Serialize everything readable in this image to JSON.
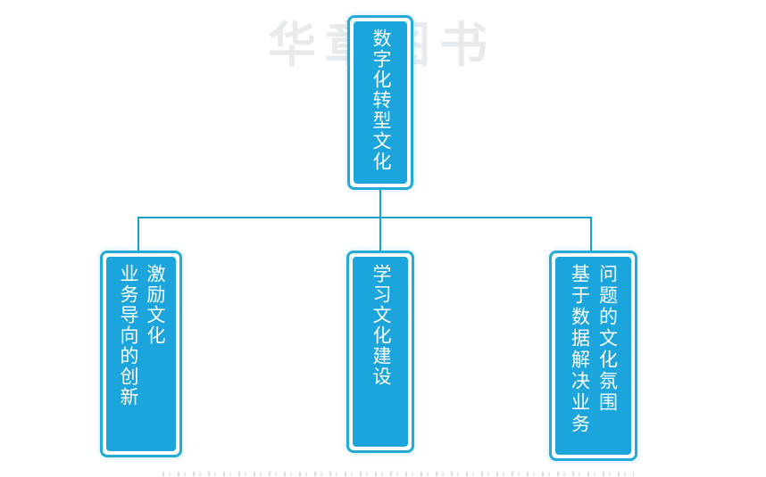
{
  "watermark": {
    "text": "华章图书",
    "color": "#e7ebee"
  },
  "diagram": {
    "root": {
      "label": "数字化转型文化"
    },
    "children": [
      {
        "label": "业务导向的创新\n激励文化"
      },
      {
        "label": "学习文化建设"
      },
      {
        "label": "基于数据解决业务\n问题的文化氛围"
      }
    ],
    "colors": {
      "node_fill": "#1ba5dc",
      "node_border": "#23aad9",
      "node_text": "#ffffff",
      "connector_line": "#14a3cc",
      "background": "#ffffff"
    }
  }
}
